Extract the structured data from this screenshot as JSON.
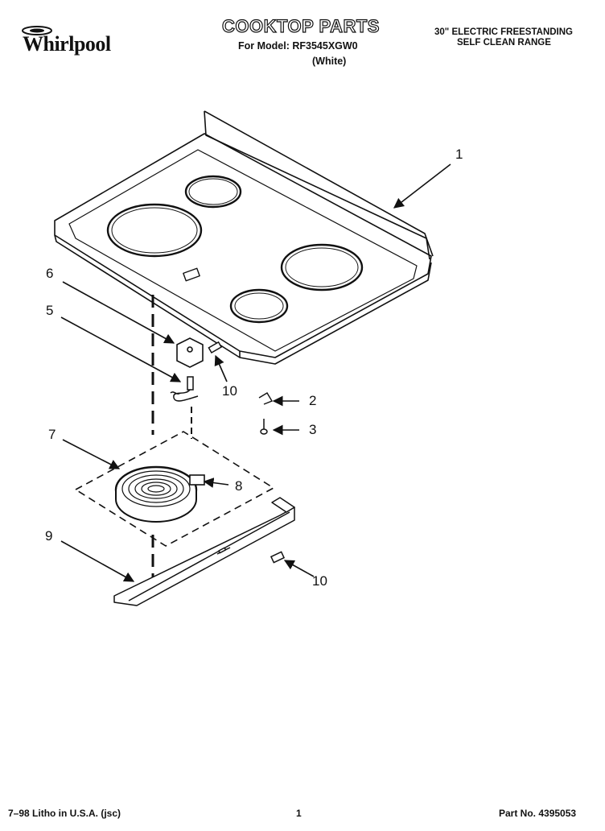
{
  "header": {
    "brand": "Whirlpool",
    "title": "COOKTOP PARTS",
    "model_line": "For Model: RF3545XGW0",
    "color_line": "(White)",
    "description_line1": "30\" ELECTRIC FREESTANDING",
    "description_line2": "SELF CLEAN RANGE"
  },
  "callouts": {
    "n1": "1",
    "n2": "2",
    "n3": "3",
    "n5": "5",
    "n6": "6",
    "n7": "7",
    "n8": "8",
    "n9": "9",
    "n10a": "10",
    "n10b": "10"
  },
  "footer": {
    "litho": "7–98 Litho in U.S.A. (jsc)",
    "page": "1",
    "part_number": "Part No. 4395053"
  }
}
